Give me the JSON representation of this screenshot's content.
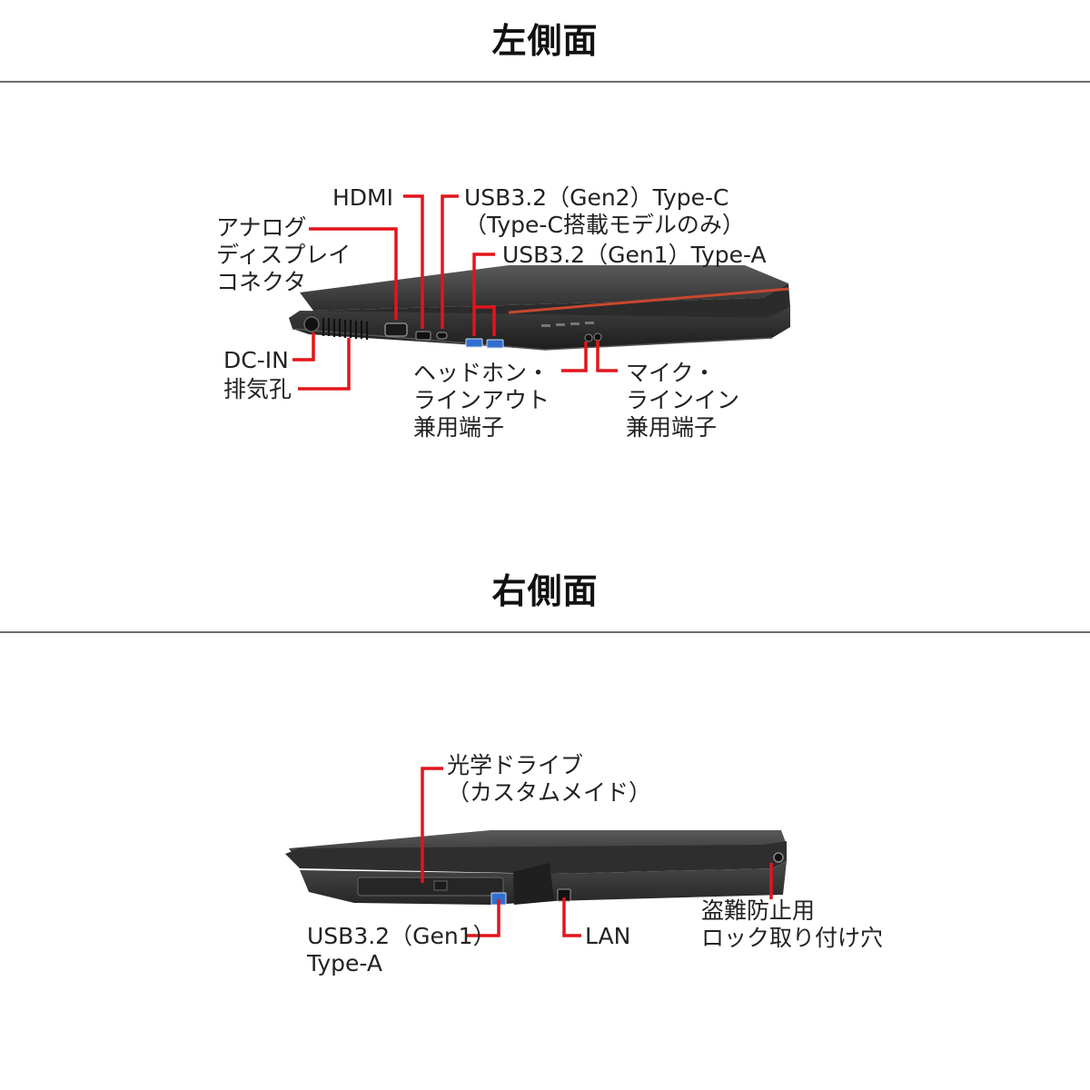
{
  "left_side": {
    "title": "左側面",
    "labels": {
      "analog_display": "アナログ\nディスプレイ\nコネクタ",
      "hdmi": "HDMI",
      "usb_type_c": "USB3.2（Gen2）Type-C\n（Type-C搭載モデルのみ）",
      "usb_type_a": "USB3.2（Gen1）Type-A",
      "dc_in": "DC-IN",
      "exhaust": "排気孔",
      "headphone": "ヘッドホン・\nラインアウト\n兼用端子",
      "mic": "マイク・\nラインイン\n兼用端子"
    }
  },
  "right_side": {
    "title": "右側面",
    "labels": {
      "optical_drive": "光学ドライブ\n（カスタムメイド）",
      "usb_type_a": "USB3.2（Gen1）\nType-A",
      "lan": "LAN",
      "security_lock": "盗難防止用\nロック取り付け穴"
    }
  },
  "colors": {
    "leader_line": "#e3141b",
    "chassis": "#3b3b3b",
    "accent_stripe": "#c8482e",
    "usb_port_blue": "#2f6fd1"
  }
}
